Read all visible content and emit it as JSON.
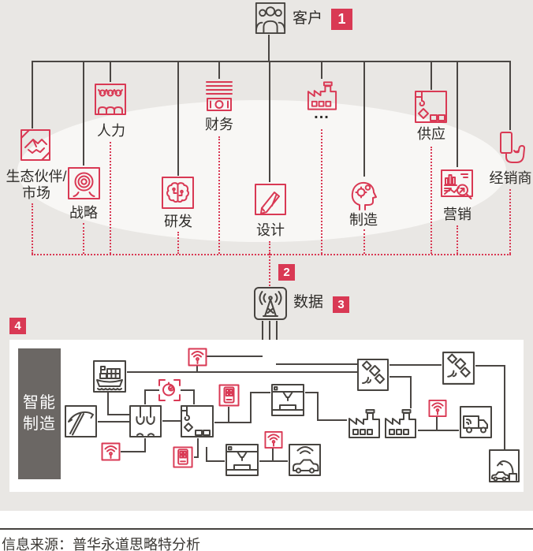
{
  "colors": {
    "accent_red": "#d93954",
    "line_dark": "#4a4643",
    "background": "#e9e7e4",
    "panel_gray": "#6b6764"
  },
  "customer": {
    "label": "客户",
    "badge": "1",
    "icon": "customers-icon"
  },
  "departments": [
    {
      "id": "ecosystem",
      "label": "生态伙伴/\n市场",
      "icon": "handshake-icon"
    },
    {
      "id": "hr",
      "label": "人力",
      "icon": "team-icon"
    },
    {
      "id": "strategy",
      "label": "战略",
      "icon": "target-icon"
    },
    {
      "id": "finance",
      "label": "财务",
      "icon": "banknotes-icon"
    },
    {
      "id": "rnd",
      "label": "研发",
      "icon": "brain-circuit-icon"
    },
    {
      "id": "design",
      "label": "设计",
      "icon": "pencil-icon"
    },
    {
      "id": "others",
      "label": "...",
      "icon": "factory-icon"
    },
    {
      "id": "manufacturing",
      "label": "制造",
      "icon": "head-gears-icon"
    },
    {
      "id": "supply",
      "label": "供应",
      "icon": "crane-hook-icon"
    },
    {
      "id": "marketing",
      "label": "营销",
      "icon": "chart-magnifier-icon"
    },
    {
      "id": "distributor",
      "label": "经销商",
      "icon": "hand-card-icon"
    }
  ],
  "steps": {
    "step1": "1",
    "step2": "2",
    "step3": "3",
    "step4": "4"
  },
  "data_hub": {
    "label": "数据",
    "icon": "radio-tower-icon"
  },
  "smart_manufacturing": {
    "sidebar_label": "智能\n制造",
    "icons": [
      "cargo-ship-icon",
      "wifi-icon",
      "pickaxe-icon",
      "robot-head-icon",
      "gripper-crane-icon",
      "hook-crane-icon",
      "smartphone-icon",
      "smartphone-icon",
      "wifi-icon",
      "3d-printer-icon",
      "3d-printer-icon",
      "wifi-icon",
      "connected-car-icon",
      "satellite-icon",
      "satellite-icon",
      "factory-icon",
      "factory-icon",
      "wifi-icon",
      "delivery-truck-icon",
      "robot-arm-car-icon"
    ]
  },
  "footer": {
    "source": "信息来源：普华永道思略特分析"
  }
}
